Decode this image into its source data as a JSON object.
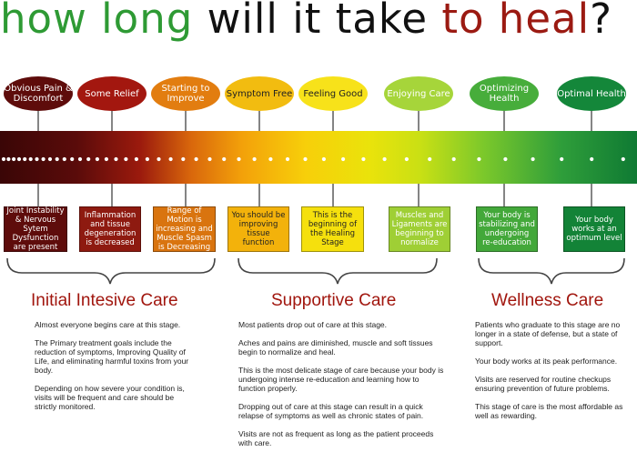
{
  "title": {
    "parts": [
      {
        "text": "how long",
        "color": "#2e9a34"
      },
      {
        "text": " will it take ",
        "color": "#111111"
      },
      {
        "text": "to heal",
        "color": "#9b1a12"
      },
      {
        "text": "?",
        "color": "#111111"
      }
    ]
  },
  "stages": [
    {
      "label": "Obvious Pain & Discomfort",
      "oval_color": "#5e0c0b",
      "text_color": "#ffffff",
      "box_text": "Joint Instability & Nervous Sytem Dysfunction are present",
      "box_color": "#5e0c0b",
      "box_text_color": "#ffffff"
    },
    {
      "label": "Some Relief",
      "oval_color": "#a3170f",
      "text_color": "#ffffff",
      "box_text": "Inflammation and tissue degeneration is decreased",
      "box_color": "#8e1a10",
      "box_text_color": "#ffffff"
    },
    {
      "label": "Starting to Improve",
      "oval_color": "#e27d10",
      "text_color": "#ffffff",
      "box_text": "Range of Motion is increasing and Muscle Spasm is Decreasing",
      "box_color": "#d9740f",
      "box_text_color": "#ffffff"
    },
    {
      "label": "Symptom Free",
      "oval_color": "#f2bc10",
      "text_color": "#222222",
      "box_text": "You should be improving tissue function",
      "box_color": "#f3b20b",
      "box_text_color": "#222222"
    },
    {
      "label": "Feeling Good",
      "oval_color": "#f7e21a",
      "text_color": "#222222",
      "box_text": "This is the beginning of the Healing Stage",
      "box_color": "#f5e00d",
      "box_text_color": "#222222"
    },
    {
      "label": "Enjoying Care",
      "oval_color": "#a6d53a",
      "text_color": "#ffffff",
      "box_text": "Muscles and Ligaments are beginning to normalize",
      "box_color": "#9fcf35",
      "box_text_color": "#ffffff"
    },
    {
      "label": "Optimizing Health",
      "oval_color": "#47ad3b",
      "text_color": "#ffffff",
      "box_text": "Your body is stabilizing and undergoing re-education",
      "box_color": "#43a83a",
      "box_text_color": "#ffffff"
    },
    {
      "label": "Optimal Health",
      "oval_color": "#14873a",
      "text_color": "#ffffff",
      "box_text": "Your body works at an optimum level",
      "box_color": "#138337",
      "box_text_color": "#ffffff"
    }
  ],
  "sections": [
    {
      "title": "Initial Intesive Care",
      "paragraphs": [
        "Almost everyone begins care at this stage.",
        "The Primary treatment goals include the reduction of symptoms, Improving Quality of Life, and eliminating harmful toxins from your body.",
        "Depending on how severe your condition is, visits will be frequent and care should be strictly monitored."
      ]
    },
    {
      "title": "Supportive Care",
      "paragraphs": [
        "Most patients drop out of care at this stage.",
        "Aches and pains are diminished, muscle and soft tissues begin to normalize and heal.",
        "This is the most delicate stage of care because your body is undergoing intense re-education and learning how to function properly.",
        "Dropping out of care at this stage can result in a quick relapse of symptoms as well as chronic states of pain.",
        "Visits are not as frequent as long as the patient proceeds with care."
      ]
    },
    {
      "title": "Wellness Care",
      "paragraphs": [
        "Patients who graduate to this stage are no longer in a state of defense, but a state of support.",
        "Your body works at its peak performance.",
        "Visits are reserved for routine checkups ensuring prevention of future problems.",
        "This stage of care is the most affordable as well as rewarding."
      ]
    }
  ]
}
